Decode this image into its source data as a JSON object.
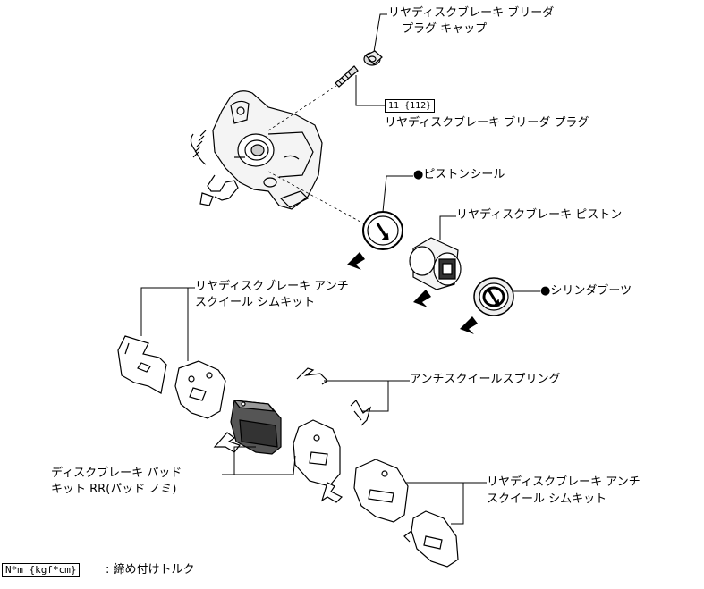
{
  "labels": {
    "bleeder_cap_1": "リヤディスクブレーキ ブリーダ",
    "bleeder_cap_2": "プラグ キャップ",
    "bleeder_plug": "リヤディスクブレーキ ブリーダ プラグ",
    "piston_seal": "ピストンシール",
    "piston": "リヤディスクブレーキ ピストン",
    "cylinder_boot": "シリンダブーツ",
    "shim_kit_upper_1": "リヤディスクブレーキ アンチ",
    "shim_kit_upper_2": "スクイール シムキット",
    "spring": "アンチスクイールスプリング",
    "pad_kit_1": "ディスクブレーキ パッド",
    "pad_kit_2": "キット RR(パッド ノミ)",
    "shim_kit_lower_1": "リヤディスクブレーキ アンチ",
    "shim_kit_lower_2": "スクイール シムキット"
  },
  "markers": {
    "dot": "●"
  },
  "torque": {
    "bleeder_plug_spec": "11 {112}"
  },
  "legend": {
    "unit_box": "N*m {kgf*cm}",
    "description": ": 締め付けトルク"
  }
}
